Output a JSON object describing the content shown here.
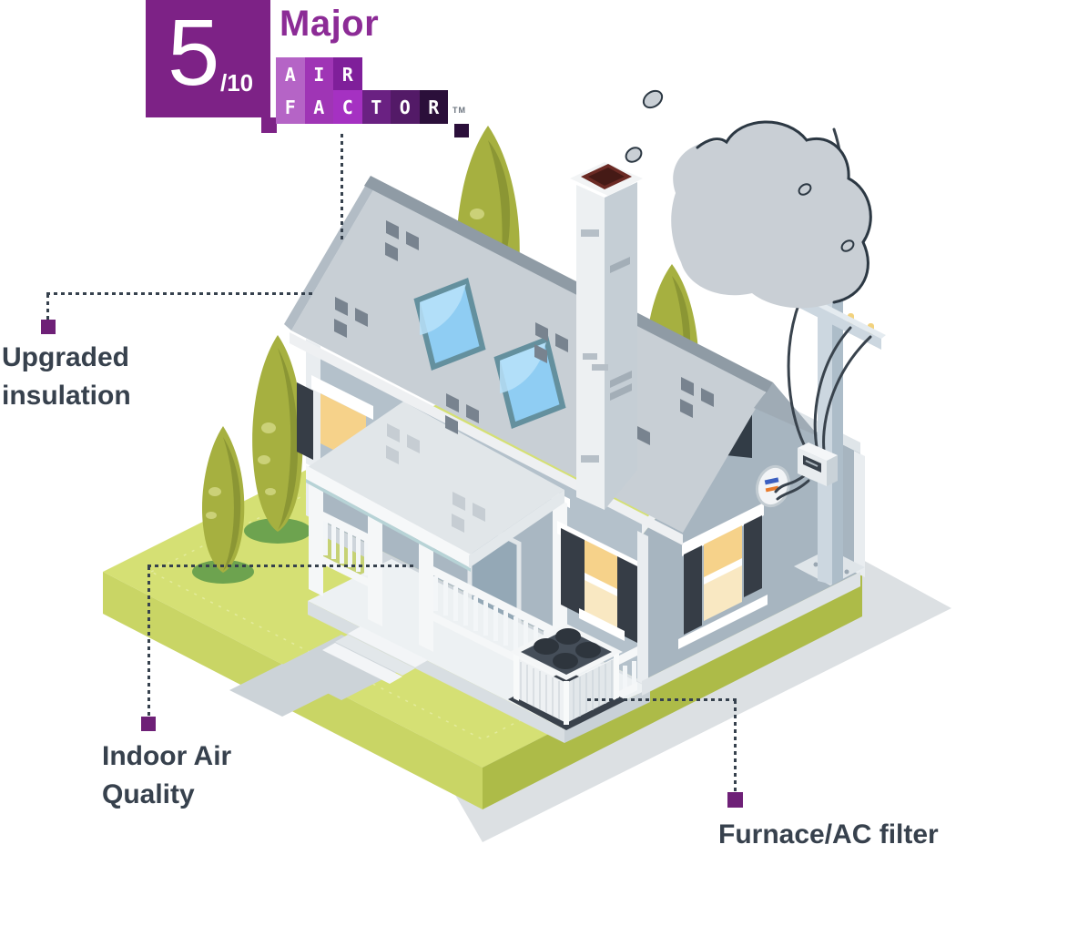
{
  "badge": {
    "score": "5",
    "denominator": "/10",
    "rating": "Major"
  },
  "logo": {
    "row1": [
      {
        "letter": "A",
        "color": "#b564c6"
      },
      {
        "letter": "I",
        "color": "#9f35b5"
      },
      {
        "letter": "R",
        "color": "#7f1f9a"
      }
    ],
    "row2": [
      {
        "letter": "F",
        "color": "#b564c6"
      },
      {
        "letter": "A",
        "color": "#9f35b5"
      },
      {
        "letter": "C",
        "color": "#a531c2"
      },
      {
        "letter": "T",
        "color": "#6a2182"
      },
      {
        "letter": "O",
        "color": "#531a67"
      },
      {
        "letter": "R",
        "color": "#2b0f3a"
      }
    ],
    "trademark": "TM"
  },
  "callouts": {
    "insulation": {
      "line1": "Upgraded",
      "line2": "insulation"
    },
    "indoor_air": {
      "line1": "Indoor Air",
      "line2": "Quality"
    },
    "furnace": {
      "label": "Furnace/AC filter"
    }
  },
  "colors": {
    "badge_purple": "#7d2286",
    "major_text": "#8c2b96",
    "marker_purple": "#6e2077",
    "label_text": "#37414d",
    "connector": "#36414d",
    "lawn_top": "#d5e074",
    "roof_gray": "#c8cfd5",
    "cloud_gray": "#c9cfd5",
    "window_glow": "#f6d28a"
  }
}
